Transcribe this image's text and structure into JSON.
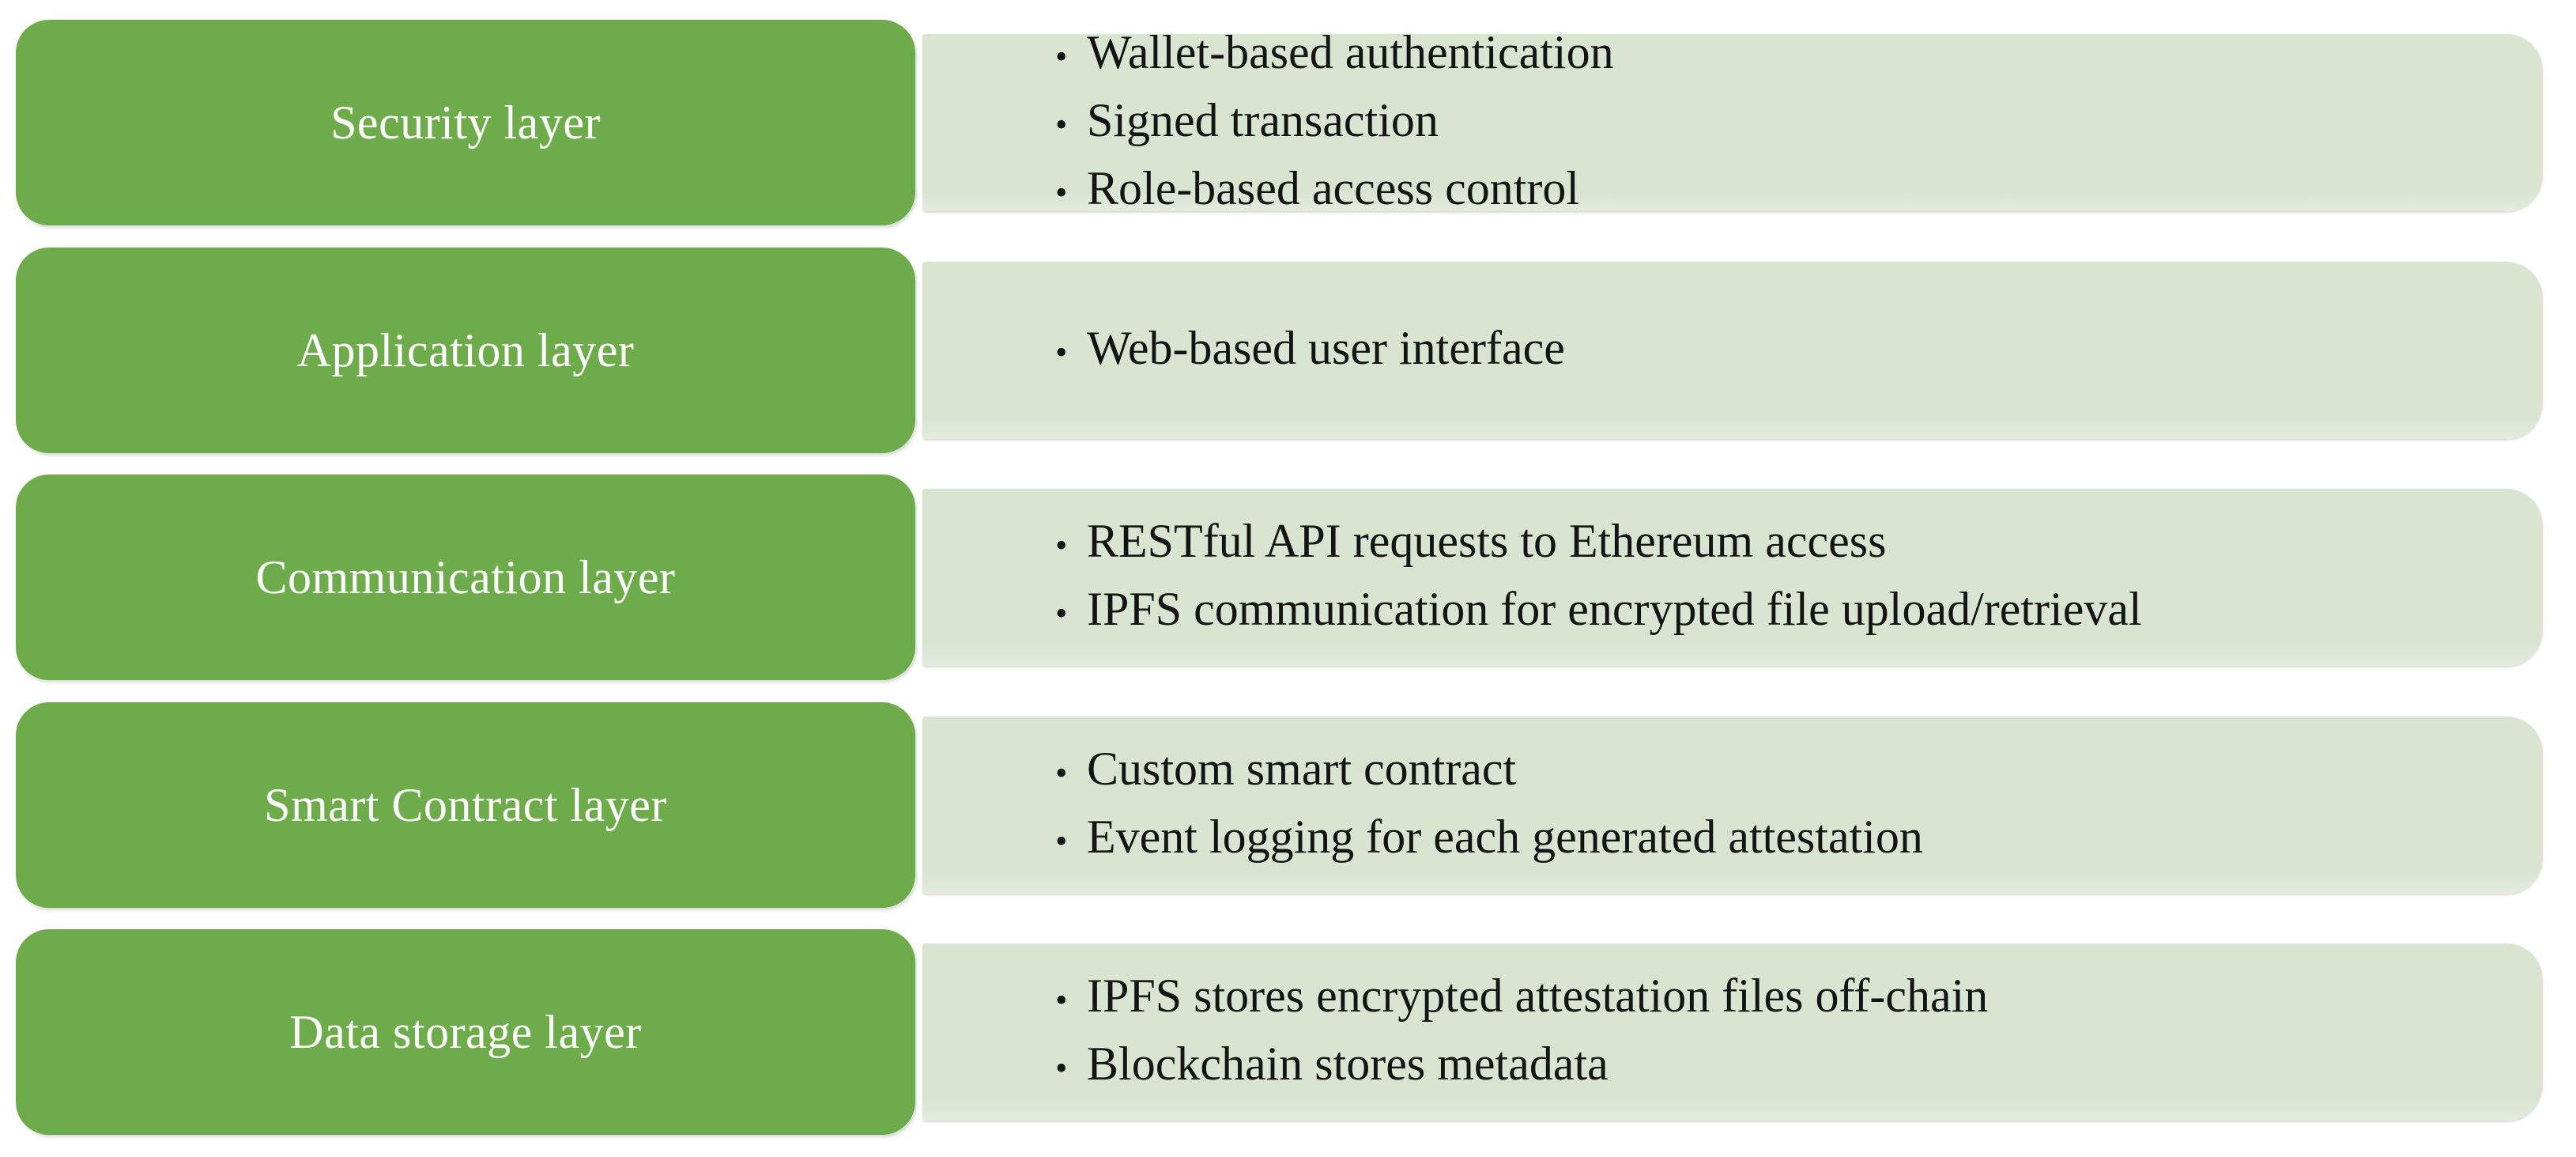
{
  "diagram": {
    "bullet_char": "•",
    "colors": {
      "layer_box_green": "#6EAB4A",
      "detail_box_green": "#D9E4D1",
      "detail_box_green_light": "#E4ECDE",
      "label_text": "#FFFFFF",
      "bullet_text": "#141414",
      "background": "#FFFFFF"
    },
    "layers": [
      {
        "label": "Security layer",
        "bullets": [
          "Wallet-based authentication",
          "Signed transaction",
          "Role-based access control"
        ]
      },
      {
        "label": "Application layer",
        "bullets": [
          "Web-based user interface"
        ]
      },
      {
        "label": "Communication layer",
        "bullets": [
          "RESTful API requests to Ethereum access",
          "IPFS communication for encrypted file upload/retrieval"
        ]
      },
      {
        "label": "Smart Contract layer",
        "bullets": [
          "Custom smart contract",
          "Event logging for each generated attestation"
        ]
      },
      {
        "label": "Data storage layer",
        "bullets": [
          "IPFS stores encrypted attestation files off-chain",
          "Blockchain stores metadata"
        ]
      }
    ]
  }
}
